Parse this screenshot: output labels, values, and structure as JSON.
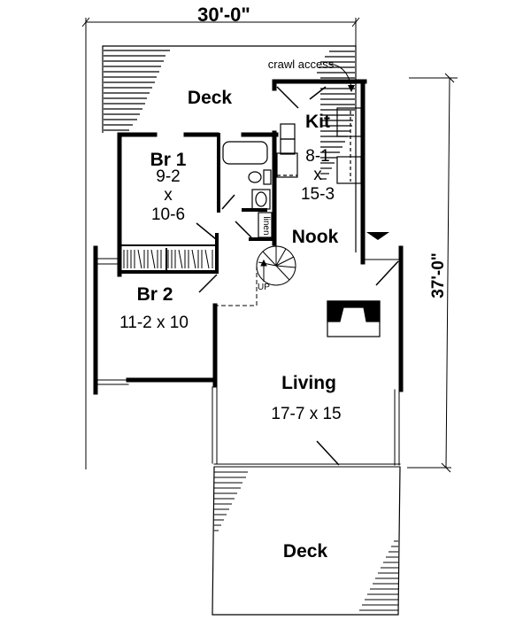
{
  "plan": {
    "overall_width": "30'-0\"",
    "overall_depth": "37'-0\"",
    "rooms": [
      {
        "id": "deck-top",
        "name": "Deck"
      },
      {
        "id": "kit",
        "name": "Kit",
        "dims": [
          "8-1",
          "x",
          "15-3"
        ]
      },
      {
        "id": "br1",
        "name": "Br 1",
        "dims": [
          "9-2",
          "x",
          "10-6"
        ]
      },
      {
        "id": "nook",
        "name": "Nook"
      },
      {
        "id": "br2",
        "name": "Br 2",
        "dims": [
          "11-2 x 10"
        ]
      },
      {
        "id": "living",
        "name": "Living",
        "dims": [
          "17-7 x 15"
        ]
      },
      {
        "id": "deck-bottom",
        "name": "Deck"
      }
    ],
    "annotations": {
      "crawl_access": "crawl access",
      "linen": "linen",
      "stair_up": "UP"
    },
    "colors": {
      "ink": "#000000",
      "paper": "#ffffff"
    }
  }
}
